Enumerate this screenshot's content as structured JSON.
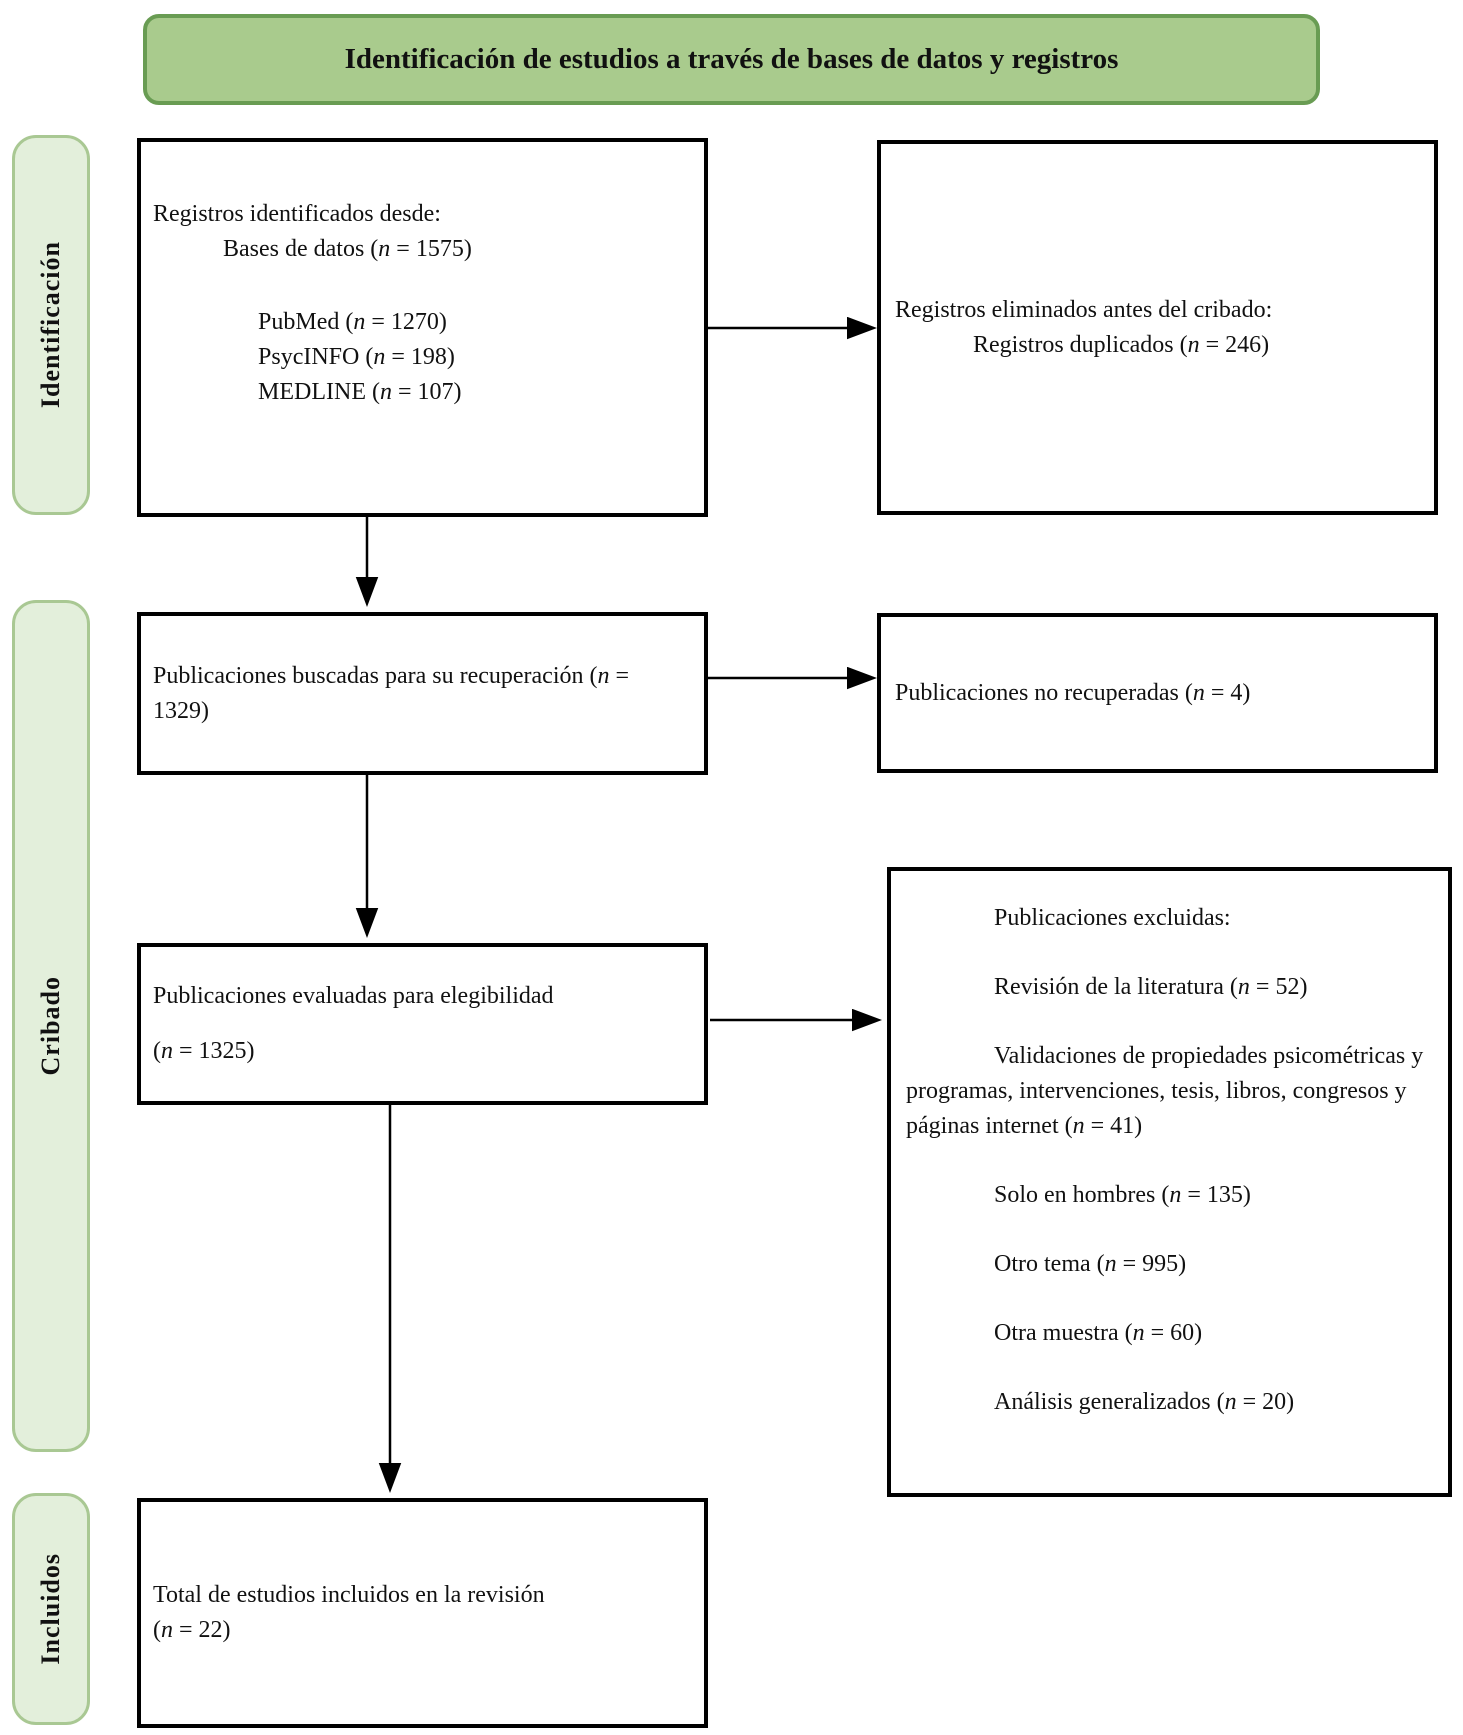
{
  "colors": {
    "banner_fill": "#a9cb8d",
    "banner_border": "#699c53",
    "stage_fill": "#e3efdb",
    "stage_border": "#a9c893",
    "box_border": "#000000",
    "arrow": "#000000"
  },
  "title": "Identificación de estudios a través de bases de datos y registros",
  "stages": [
    {
      "label": "Identificación"
    },
    {
      "label": "Cribado"
    },
    {
      "label": "Incluidos"
    }
  ],
  "boxes": {
    "identified": {
      "line1": "Registros identificados desde:",
      "line2": "Bases de datos (n = 1575)",
      "sources": [
        "PubMed (n = 1270)",
        "PsycINFO (n = 198)",
        "MEDLINE (n = 107)"
      ]
    },
    "duplicates": {
      "line1": "Registros eliminados antes del cribado:",
      "line2": "Registros duplicados (n = 246)"
    },
    "sought": {
      "text": "Publicaciones buscadas para su recuperación (n = 1329)"
    },
    "not_retrieved": {
      "text": "Publicaciones no recuperadas (n = 4)"
    },
    "assessed": {
      "line1": "Publicaciones evaluadas para elegibilidad",
      "line2": "(n = 1325)"
    },
    "excluded": {
      "header": "Publicaciones excluidas:",
      "reasons": [
        "Revisión de la literatura (n = 52)",
        "Validaciones de propiedades psicométricas y programas, intervenciones, tesis, libros, congresos y páginas internet (n = 41)",
        "Solo en hombres (n = 135)",
        "Otro tema (n = 995)",
        "Otra muestra (n = 60)",
        "Análisis generalizados (n = 20)"
      ]
    },
    "included": {
      "line1": "Total de estudios incluidos en la revisión",
      "line2": "(n = 22)"
    }
  }
}
